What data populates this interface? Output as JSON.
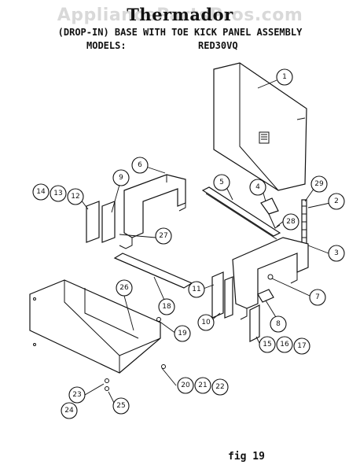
{
  "header": {
    "watermark": "AppliancePartsPros.com",
    "brand": "Thermador",
    "title": "(DROP-IN) BASE WITH TOE KICK PANEL ASSEMBLY",
    "models_label": "MODELS:",
    "models_value": "RED30VQ"
  },
  "figure_label": "fig 19",
  "callouts": {
    "c1": "1",
    "c2": "2",
    "c3": "3",
    "c4": "4",
    "c5": "5",
    "c6": "6",
    "c7": "7",
    "c8": "8",
    "c9": "9",
    "c10": "10",
    "c11": "11",
    "c12": "12",
    "c13": "13",
    "c14": "14",
    "c15": "15",
    "c16": "16",
    "c17": "17",
    "c18": "18",
    "c19": "19",
    "c20": "20",
    "c21": "21",
    "c22": "22",
    "c23": "23",
    "c24": "24",
    "c25": "25",
    "c26": "26",
    "c27": "27",
    "c28": "28",
    "c29": "29"
  }
}
